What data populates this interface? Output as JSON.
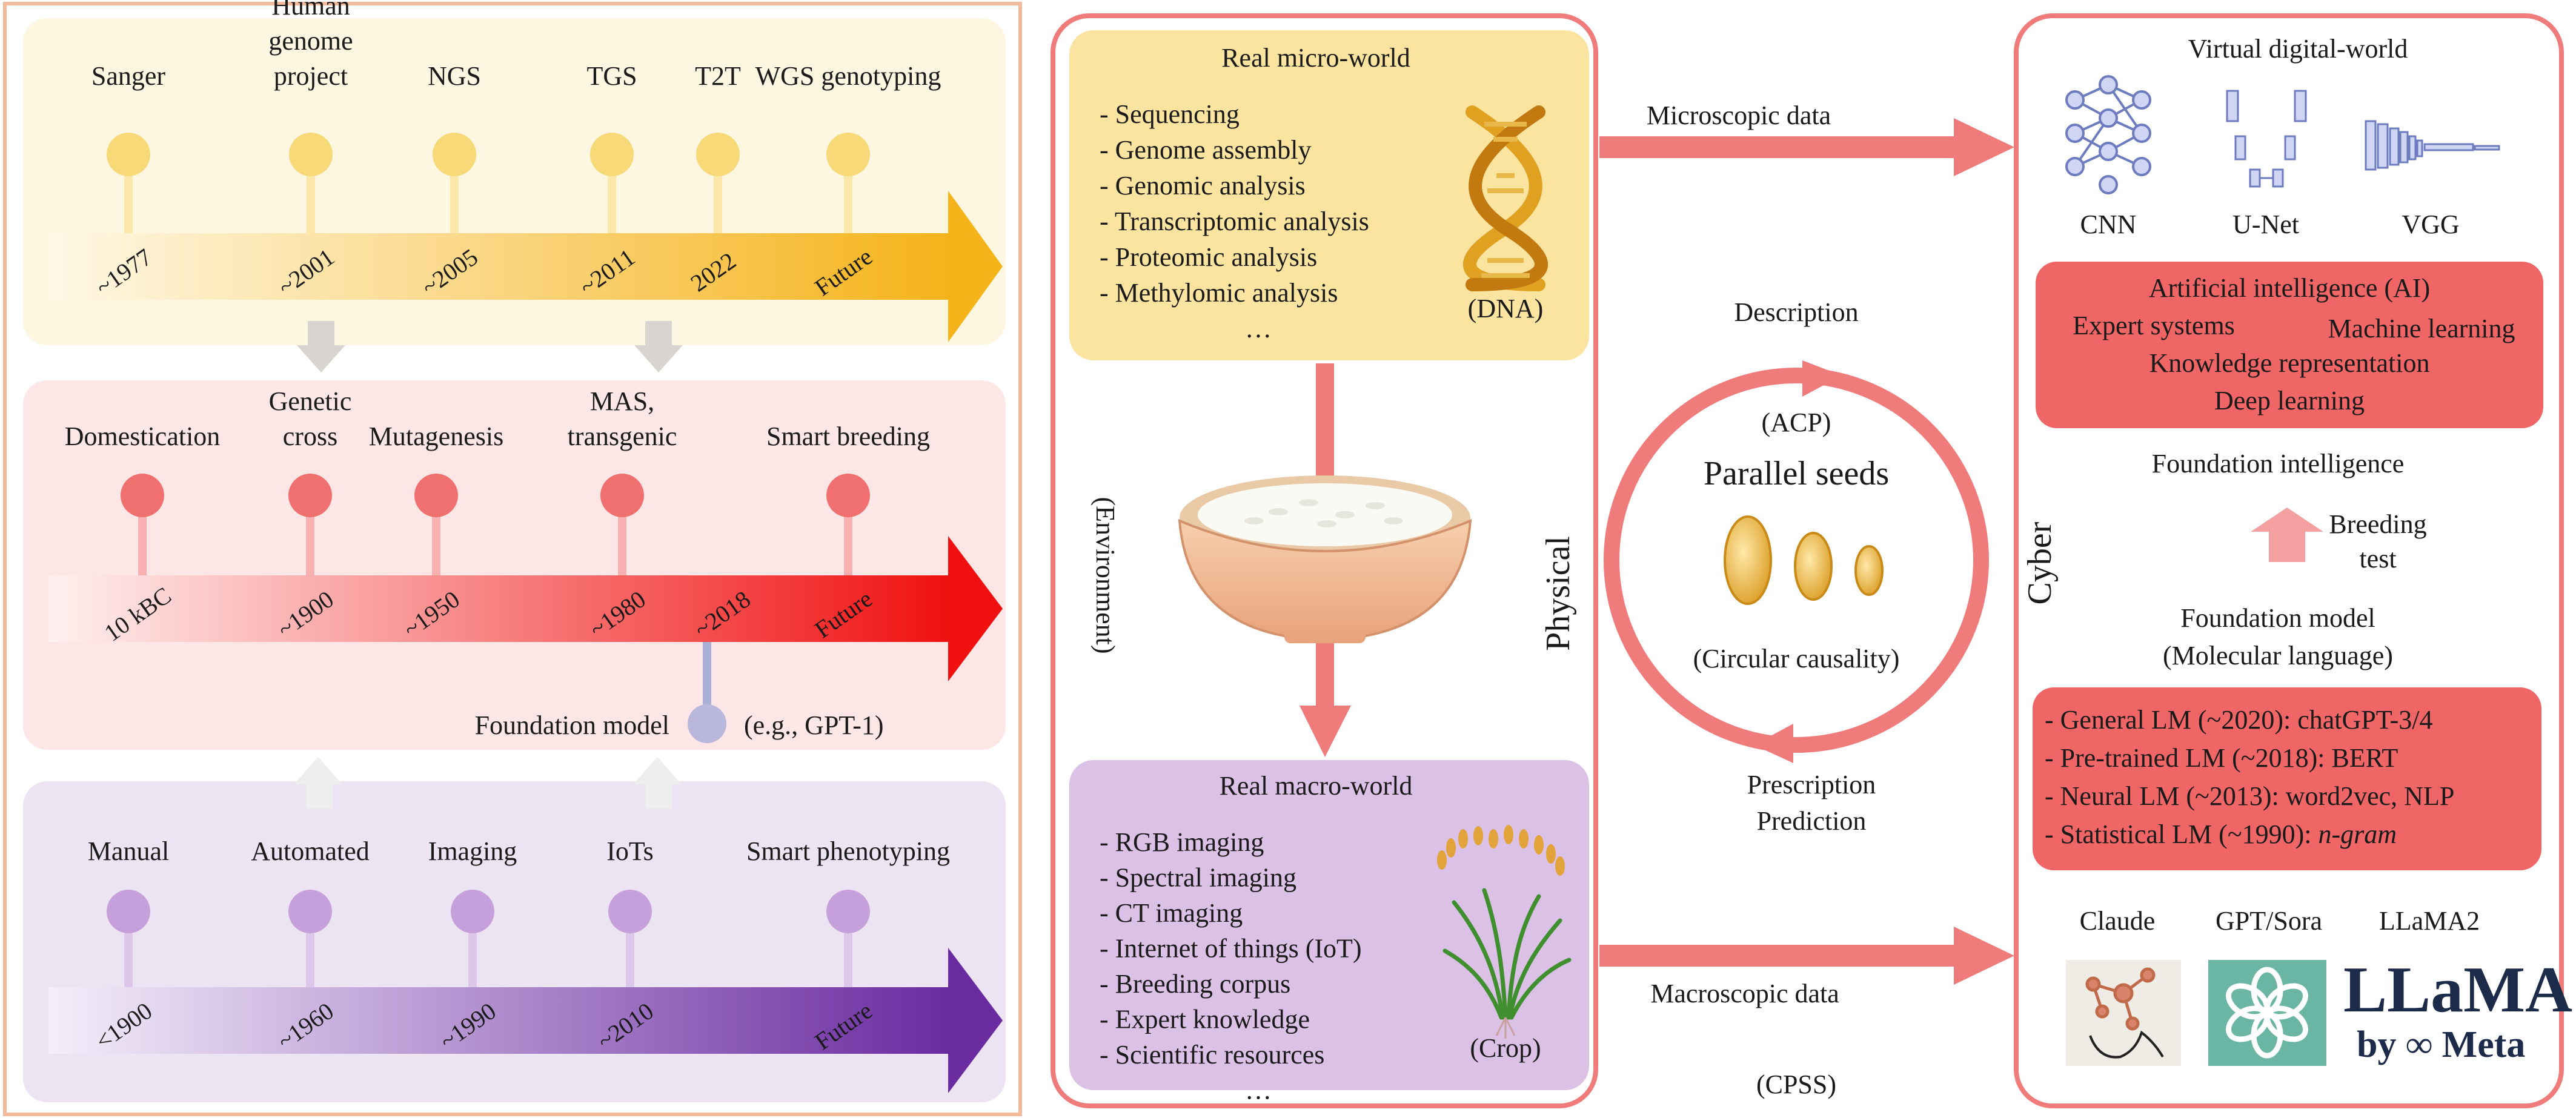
{
  "colors": {
    "genomics": "#f5b31a",
    "breeding": "#f01010",
    "phenotyping": "#6a2aa0",
    "physical_frame": "#f07b7b",
    "micro_world": "#fbe3a0",
    "macro_world": "#dcc1e6",
    "ai_box": "#f06565"
  },
  "timelines": [
    {
      "key": "genomics",
      "events": [
        {
          "label": [
            "Sanger"
          ],
          "year": "~1977"
        },
        {
          "label": [
            "Human",
            "genome",
            "project"
          ],
          "year": "~2001"
        },
        {
          "label": [
            "NGS"
          ],
          "year": "~2005"
        },
        {
          "label": [
            "TGS"
          ],
          "year": "~2011"
        },
        {
          "label": [
            "T2T"
          ],
          "year": "2022"
        },
        {
          "label": [
            "WGS genotyping"
          ],
          "year": "Future"
        }
      ]
    },
    {
      "key": "breeding",
      "events": [
        {
          "label": [
            "Domestication"
          ],
          "year": "10 kBC"
        },
        {
          "label": [
            "Genetic",
            "cross"
          ],
          "year": "~1900"
        },
        {
          "label": [
            "Mutagenesis"
          ],
          "year": "~1950"
        },
        {
          "label": [
            "MAS,",
            "transgenic"
          ],
          "year": "~1980"
        },
        {
          "label": [],
          "year": "~2018"
        },
        {
          "label": [
            "Smart breeding"
          ],
          "year": "Future"
        }
      ],
      "extra": {
        "label": "Foundation model",
        "note": "(e.g., GPT-1)"
      }
    },
    {
      "key": "phenotyping",
      "events": [
        {
          "label": [
            "Manual"
          ],
          "year": "<1900"
        },
        {
          "label": [
            "Automated"
          ],
          "year": "~1960"
        },
        {
          "label": [
            "Imaging"
          ],
          "year": "~1990"
        },
        {
          "label": [
            "IoTs"
          ],
          "year": "~2010"
        },
        {
          "label": [
            "Smart phenotyping"
          ],
          "year": "Future"
        }
      ]
    }
  ],
  "physical": {
    "side_label": "Physical",
    "env_label": "(Environment)",
    "micro": {
      "title": "Real micro-world",
      "items": [
        "- Sequencing",
        "- Genome assembly",
        "- Genomic analysis",
        "- Transcriptomic analysis",
        "- Proteomic analysis",
        "- Methylomic analysis",
        "…"
      ],
      "icon_caption": "(DNA)",
      "icon": "dna-helix-icon"
    },
    "macro": {
      "title": "Real macro-world",
      "items": [
        "- RGB imaging",
        "- Spectral imaging",
        "- CT imaging",
        "- Internet of things (IoT)",
        "- Breeding corpus",
        "- Expert knowledge",
        "- Scientific resources",
        "…"
      ],
      "icon_caption": "(Crop)",
      "icon": "rice-plant-icon"
    }
  },
  "center": {
    "top_arrow_label": "Microscopic data",
    "bottom_arrow_label": "Macroscopic data",
    "description": "Description",
    "acp": "(ACP)",
    "title": "Parallel seeds",
    "circular": "(Circular causality)",
    "prescription": "Prescription",
    "prediction": "Prediction",
    "cpss": "(CPSS)"
  },
  "cyber": {
    "side_label": "Cyber",
    "title": "Virtual digital-world",
    "models": [
      "CNN",
      "U-Net",
      "VGG"
    ],
    "ai": {
      "title": "Artificial intelligence (AI)",
      "left": "Expert systems",
      "right": "Machine learning",
      "line3": "Knowledge representation",
      "line4": "Deep learning"
    },
    "foundation_intelligence": "Foundation intelligence",
    "breeding_test": [
      "Breeding",
      "test"
    ],
    "fm_title": [
      "Foundation model",
      "(Molecular language)"
    ],
    "lm_items": [
      {
        "text": "- General LM (~2020): chatGPT-3/4",
        "italic": ""
      },
      {
        "text": "- Pre-trained LM (~2018): BERT",
        "italic": ""
      },
      {
        "text": "- Neural LM (~2013): word2vec, NLP",
        "italic": ""
      },
      {
        "text": "- Statistical LM (~1990): ",
        "italic": "n-gram"
      }
    ],
    "logos": [
      "Claude",
      "GPT/Sora",
      "LLaMA2"
    ],
    "llama_logo_text": "LLaMA",
    "meta_logo_text": "by ∞ Meta"
  }
}
